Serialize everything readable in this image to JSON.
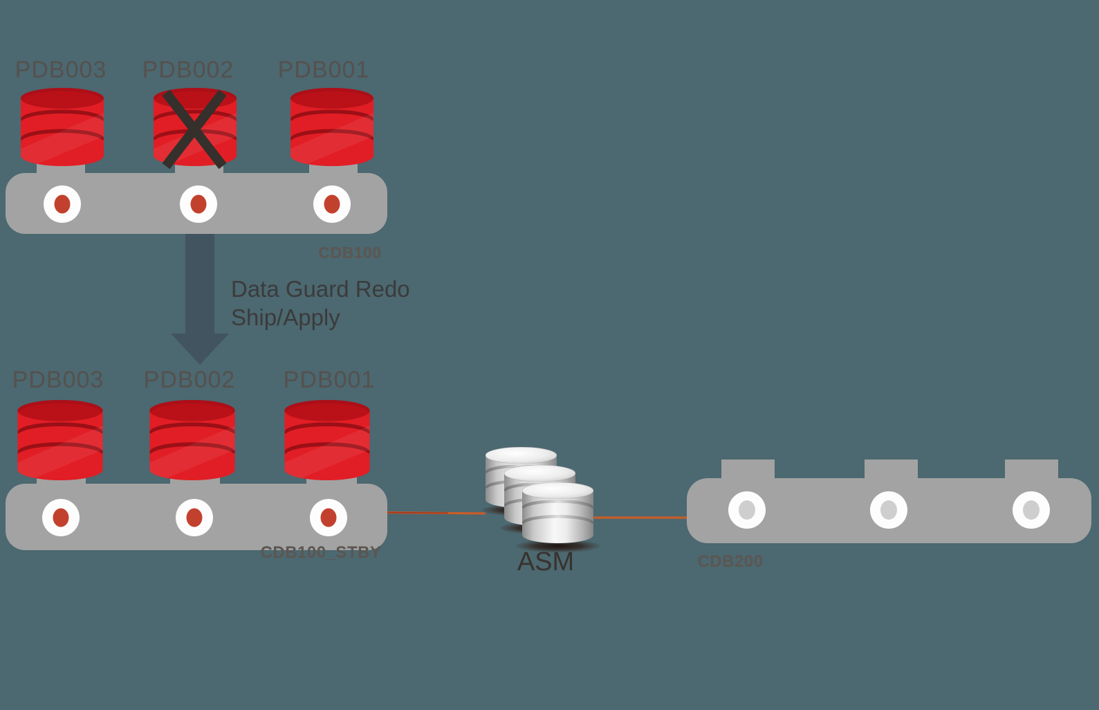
{
  "colors": {
    "background": "#4c6870",
    "container_bar_gray": "#a3a3a3",
    "pdb_cylinder_red": "#e11e25",
    "pdb_cylinder_top_red": "#ba1119",
    "port_dot_red": "#c2412e",
    "port_dot_empty_gray": "#cecece",
    "asm_metal_light": "#f7f7f7",
    "connector_orange": "#c85c28",
    "redo_arrow_slate": "#42545f",
    "failed_x_mark": "#35302c"
  },
  "primary_cdb": {
    "label": "CDB100",
    "pdbs": [
      {
        "label": "PDB003",
        "failed": false
      },
      {
        "label": "PDB002",
        "failed": true
      },
      {
        "label": "PDB001",
        "failed": false
      }
    ]
  },
  "replication": {
    "label": "Data Guard Redo Ship/Apply"
  },
  "standby_cdb": {
    "label": "CDB100_STBY",
    "pdbs": [
      {
        "label": "PDB003"
      },
      {
        "label": "PDB002"
      },
      {
        "label": "PDB001"
      }
    ]
  },
  "storage": {
    "label": "ASM"
  },
  "remote_cdb": {
    "label": "CDB200",
    "empty_slots": 3
  }
}
